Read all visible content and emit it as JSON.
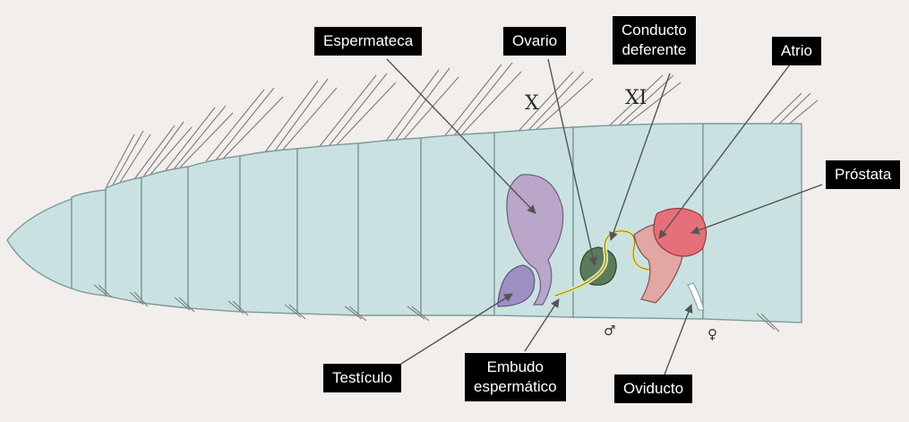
{
  "colors": {
    "background": "#f1eeeb",
    "body": "#c9e2e1",
    "body_outline": "#7d9a9b",
    "spermatheca": "#b9a6c8",
    "testicle": "#9c8fc2",
    "ovary": "#5d7a5a",
    "vas_deferens": "#e3e29a",
    "prostate": "#e6707a",
    "atrium": "#e2a6a3",
    "label_bg": "#000000",
    "label_text": "#ffffff"
  },
  "segments": {
    "x": "X",
    "xi": "XI"
  },
  "symbols": {
    "male": "♂",
    "female": "♀"
  },
  "labels": {
    "espermateca": "Espermateca",
    "ovario": "Ovario",
    "conducto": [
      "Conducto",
      "deferente"
    ],
    "atrio": "Atrio",
    "prostata": "Próstata",
    "testiculo": "Testículo",
    "embudo": [
      "Embudo",
      "espermático"
    ],
    "oviducto": "Oviducto"
  }
}
